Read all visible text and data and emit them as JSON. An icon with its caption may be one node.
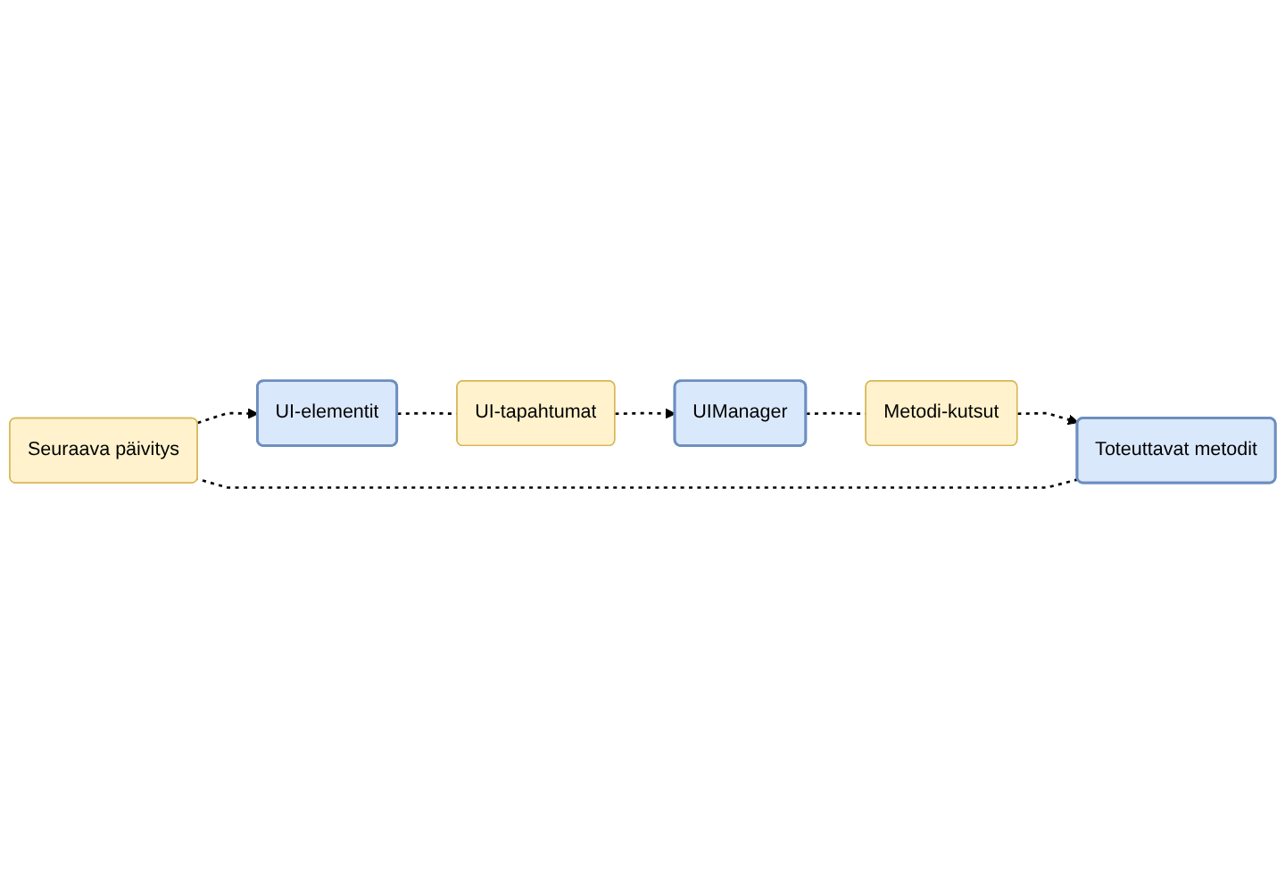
{
  "diagram": {
    "nodes": [
      {
        "text": [
          "Seuraava päivitys"
        ]
      },
      {
        "text": [
          "UI-elementit"
        ]
      },
      {
        "text": [
          "UI-tapahtumat"
        ]
      },
      {
        "text": [
          "Toteuttavat metodit"
        ]
      },
      {
        "text": [
          "UIManager"
        ]
      },
      {
        "text": [
          "Metodi-kutsut"
        ]
      }
    ],
    "edges": [
      {
        "from": 1,
        "to": 2,
        "arrow": "none",
        "style": "dashed"
      },
      {
        "from": 2,
        "to": 4,
        "arrow": "to",
        "style": "dashed"
      },
      {
        "from": 4,
        "to": 5,
        "arrow": "none",
        "style": "dashed"
      },
      {
        "from": 5,
        "to": 3,
        "arrow": "to",
        "style": "dashed"
      },
      {
        "from": 3,
        "to": 0,
        "arrow": "none",
        "style": "dashed"
      },
      {
        "from": 0,
        "to": 1,
        "arrow": "to",
        "style": "dashed"
      }
    ]
  }
}
